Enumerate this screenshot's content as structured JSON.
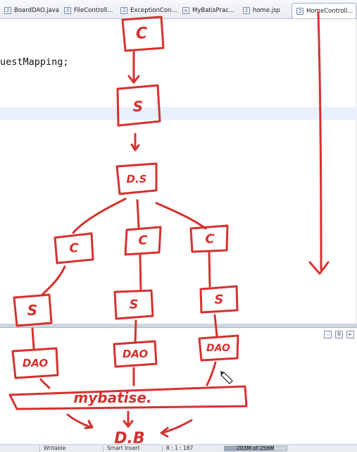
{
  "editor_tabs": [
    {
      "label": "BoardDAO.java",
      "icon": "java-file-icon"
    },
    {
      "label": "FileControll...",
      "icon": "java-file-icon"
    },
    {
      "label": "ExceptionCon...",
      "icon": "java-file-icon"
    },
    {
      "label": "MyBatisPrac...",
      "icon": "xml-file-icon"
    },
    {
      "label": "home.jsp",
      "icon": "jsp-file-icon"
    },
    {
      "label": "HomeControll...",
      "icon": "java-file-icon",
      "active": true
    }
  ],
  "editor": {
    "visible_code": "uestMapping;"
  },
  "status_bar": {
    "writable": "Writable",
    "insert_mode": "Smart Insert",
    "position": "8 : 1 : 187",
    "heap": "203M of 256M",
    "heap_fraction": 0.79
  },
  "annotation": {
    "ink_color": "#d4322f",
    "top": {
      "controller": "C",
      "service": "S",
      "ds": "D.S"
    },
    "branches": [
      {
        "controller": "C",
        "service": "S",
        "dao": "DAO"
      },
      {
        "controller": "C",
        "service": "S",
        "dao": "DAO"
      },
      {
        "controller": "C",
        "service": "S",
        "dao": "DAO"
      }
    ],
    "mybatis": "mybatise.",
    "database": "D.B"
  }
}
